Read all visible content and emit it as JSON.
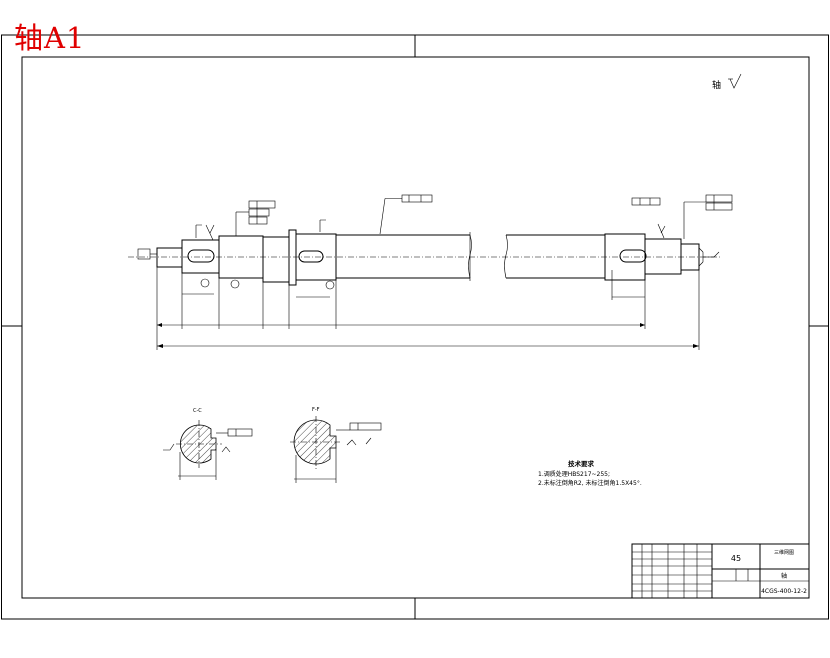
{
  "sheet": {
    "title": "轴A1"
  },
  "drawing": {
    "top_right_label": "轴",
    "symbols": [
      "roughness-symbol",
      "datum-flag",
      "geometric-tolerance-frame",
      "dimension-arrow"
    ]
  },
  "technical_requirements": {
    "heading": "技术要求",
    "lines": [
      "1.调质处理HBS217~255;",
      "2.未标注倒角R2, 未标注倒角1.5X45°."
    ]
  },
  "section_views": {
    "c_label": "C-C",
    "f_label": "F-F"
  },
  "title_block": {
    "material": "45",
    "part_name": "轴",
    "drawing_number": "4CGS-400-12-2",
    "company_label": "三维网图"
  }
}
